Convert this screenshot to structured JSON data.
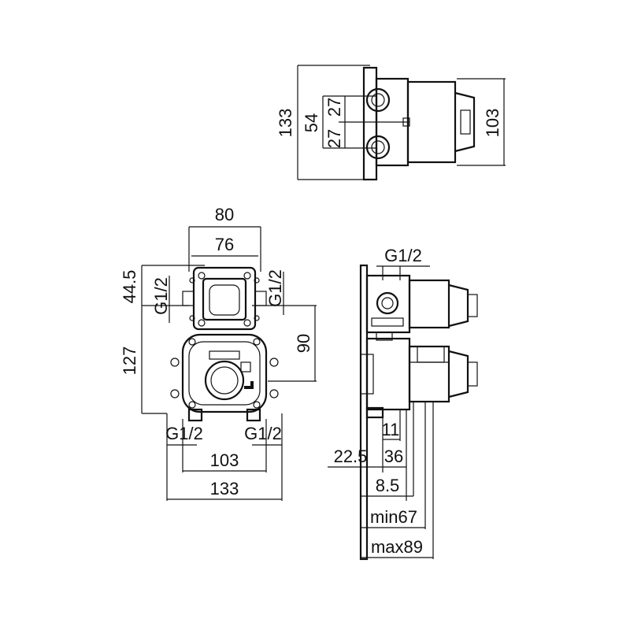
{
  "top_view": {
    "dim_133": "133",
    "dim_54": "54",
    "dim_27_upper": "27",
    "dim_27_lower": "27",
    "dim_103": "103"
  },
  "front_view": {
    "dim_80": "80",
    "dim_76": "76",
    "dim_44_5": "44.5",
    "dim_127": "127",
    "dim_90": "90",
    "thread_left": "G1/2",
    "thread_right": "G1/2",
    "thread_bottom_left": "G1/2",
    "thread_bottom_right": "G1/2",
    "dim_103": "103",
    "dim_133": "133"
  },
  "side_view": {
    "thread_top": "G1/2",
    "dim_11": "11",
    "dim_22_5": "22.5",
    "dim_36": "36",
    "dim_8_5": "8.5",
    "dim_min67": "min67",
    "dim_max89": "max89"
  }
}
